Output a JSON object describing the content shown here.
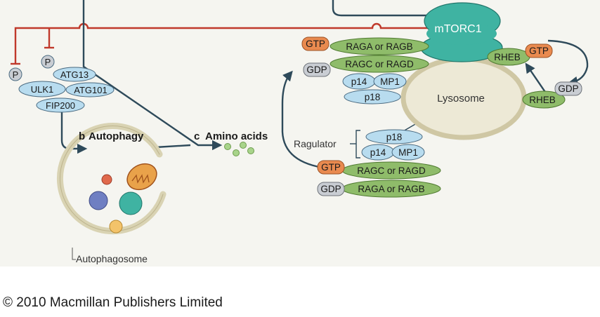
{
  "labels": {
    "mtorc1": "mTORC1",
    "lysosome": "Lysosome",
    "autophagosome": "Autophagosome",
    "ragulator": "Ragulator",
    "autophagy_letter": "b",
    "autophagy": "Autophagy",
    "amino_letter": "c",
    "amino_acids": "Amino acids",
    "ulk1": "ULK1",
    "atg13": "ATG13",
    "atg101": "ATG101",
    "fip200": "FIP200",
    "p_left": "P",
    "p_right": "P",
    "gtp_top": "GTP",
    "raga_or_ragb_top": "RAGA or RAGB",
    "gdp_top": "GDP",
    "ragc_or_ragd_top": "RAGC or RAGD",
    "p14_top": "p14",
    "mp1_top": "MP1",
    "p18_top": "p18",
    "rheb_gtp": "RHEB",
    "gtp_rheb": "GTP",
    "rheb_gdp": "RHEB",
    "gdp_rheb": "GDP",
    "p18_bottom": "p18",
    "p14_bottom": "p14",
    "mp1_bottom": "MP1",
    "gtp_bottom": "GTP",
    "ragc_or_ragd_bottom": "RAGC or RAGD",
    "gdp_bottom": "GDP",
    "raga_or_ragb_bottom": "RAGA or RAGB"
  },
  "copyright": "© 2010 Macmillan Publishers Limited",
  "colors": {
    "background": "#f5f5f0",
    "inhibition_line": "#c0392b",
    "arrow": "#2e4a5a",
    "rag_green": "#8fbc6a",
    "ragulator_blue": "#b8dcef",
    "gtp_orange": "#e98a4f",
    "gdp_grey": "#c9cdd3",
    "mtorc1_teal": "#3fb3a2",
    "lysosome_fill": "#ede9d6",
    "lysosome_border": "#cfc7a4"
  }
}
